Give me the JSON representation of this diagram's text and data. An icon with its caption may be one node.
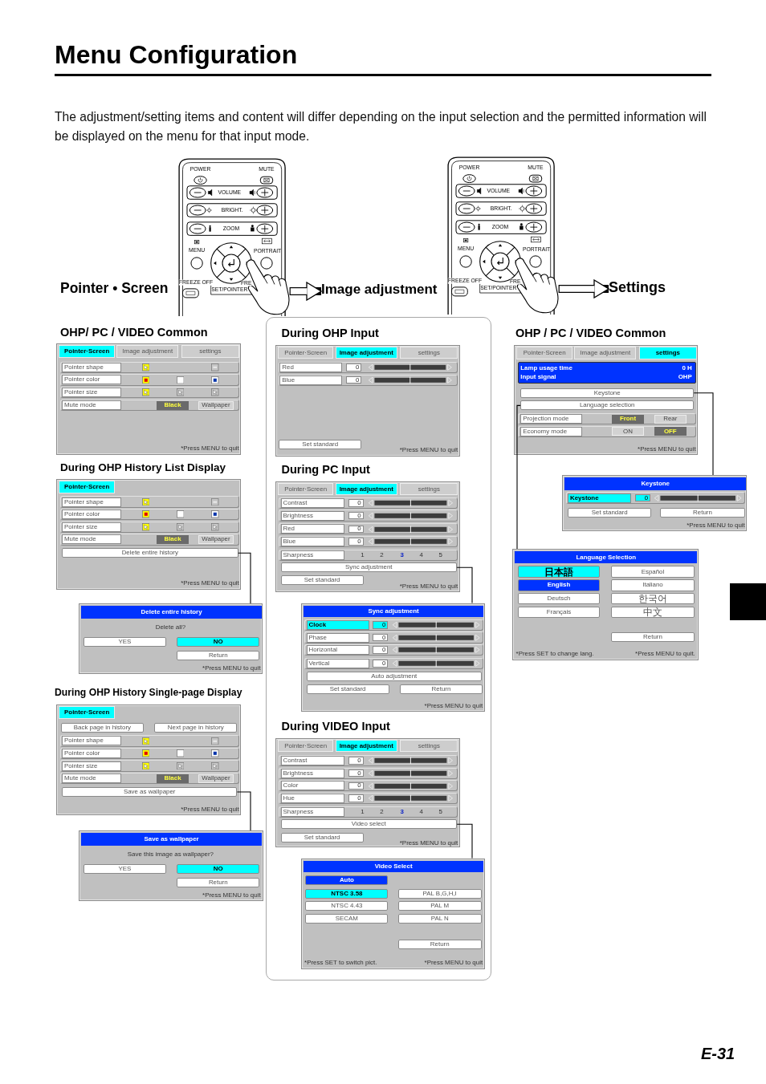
{
  "diagram": {
    "title": "Menu Configuration",
    "nodes": [
      {
        "text": [
          "Pointer • Screen"
        ]
      },
      {
        "text": [
          "POWER",
          "MUTE",
          "VOLUME",
          "BRIGHT.",
          "ZOOM",
          "MENU",
          "PORTRAIT",
          "FREEZE OFF",
          "SET/POINTER",
          "FRE"
        ]
      },
      {
        "text": [
          "Image adjustment"
        ]
      },
      {
        "text": [
          "POWER",
          "MUTE",
          "VOLUME",
          "BRIGHT.",
          "ZOOM",
          "MENU",
          "PORTRAIT",
          "FREEZE OFF",
          "SET/POINTER",
          "FRE"
        ]
      },
      {
        "text": [
          "Settings"
        ]
      },
      {
        "text": [
          "OHP/ PC / VIDEO Common",
          "Pointer·Screen",
          "Image adjustment",
          "settings",
          "Pointer shape",
          "Pointer color",
          "Pointer size",
          "Mute mode",
          "Black",
          "Wallpaper",
          "*Press MENU to quit"
        ]
      },
      {
        "text": [
          "During OHP History List Display",
          "Pointer·Screen",
          "Pointer shape",
          "Pointer color",
          "Pointer size",
          "Mute mode",
          "Black",
          "Wallpaper",
          "*Press MENU to quit"
        ]
      },
      {
        "text": [
          "Delete entire history"
        ],
        "in": 6
      },
      {
        "text": [
          "Delete entire history",
          "Delete all?",
          "YES",
          "NO",
          "Return",
          "*Press MENU to quit"
        ]
      },
      {
        "text": [
          "During OHP History Single-page Display",
          "Pointer·Screen",
          "Back page in history",
          "Next page in history",
          "Pointer shape",
          "Pointer color",
          "Pointer size",
          "Mute mode",
          "Black",
          "Wallpaper",
          "*Press MENU to quit"
        ]
      },
      {
        "text": [
          "Save as wallpaper"
        ],
        "in": 9
      },
      {
        "text": [
          "Save as wallpaper",
          "Save this image as wallpaper?",
          "YES",
          "NO",
          "Return",
          "*Press MENU to quit"
        ]
      },
      {
        "text": [],
        "shape": "box"
      },
      {
        "text": [
          "During OHP Input",
          "Pointer·Screen",
          "Image adjustment",
          "settings",
          "Red",
          "0",
          "Blue",
          "0",
          "Set standard",
          "*Press MENU to quit"
        ],
        "in": 12
      },
      {
        "text": [
          "During PC Input",
          "Pointer·Screen",
          "Image adjustment",
          "settings",
          "Contrast",
          "0",
          "Brightness",
          "0",
          "Red",
          "0",
          "Blue",
          "0",
          "Sharpness",
          "1",
          "2",
          "3",
          "4",
          "5",
          "Set standard",
          "*Press MENU to quit"
        ],
        "in": 12
      },
      {
        "text": [
          "Sync adjustment"
        ],
        "in": 14
      },
      {
        "text": [
          "Sync adjustment",
          "Clock",
          "0",
          "Phase",
          "0",
          "Horizontal",
          "0",
          "Vertical",
          "0",
          "Auto adjustment",
          "Set standard",
          "Return",
          "*Press MENU to quit"
        ],
        "in": 12
      },
      {
        "text": [
          "During VIDEO Input",
          "Pointer·Screen",
          "Image adjustment",
          "settings",
          "Contrast",
          "0",
          "Brightness",
          "0",
          "Color",
          "0",
          "Hue",
          "0",
          "Sharpness",
          "1",
          "2",
          "3",
          "4",
          "5",
          "Set standard",
          "*Press MENU to quit"
        ],
        "in": 12
      },
      {
        "text": [
          "Video select"
        ],
        "in": 17
      },
      {
        "text": [
          "Video Select",
          "Auto",
          "NTSC 3.58",
          "PAL B,G,H,I",
          "NTSC 4.43",
          "PAL M",
          "SECAM",
          "PAL N",
          "Return",
          "*Press SET to switch pict.",
          "*Press MENU to quit"
        ],
        "in": 12
      },
      {
        "text": [
          "OHP / PC / VIDEO Common",
          "Pointer·Screen",
          "Image adjustment",
          "settings",
          "Lamp usage time",
          "0 H",
          "Input signal",
          "OHP",
          "Projection mode",
          "Front",
          "Rear",
          "Economy mode",
          "ON",
          "OFF",
          "*Press MENU to quit"
        ]
      },
      {
        "text": [
          "Keystone"
        ],
        "in": 20
      },
      {
        "text": [
          "Language selection"
        ],
        "in": 20
      },
      {
        "text": [
          "Keystone",
          "Keystone",
          "0",
          "Set standard",
          "Return",
          "*Press MENU to quit"
        ]
      },
      {
        "text": [
          "Language Selection",
          "日本語",
          "Español",
          "English",
          "Italiano",
          "Deutsch",
          "한국어",
          "Français",
          "中文",
          "Return",
          "*Press SET to change lang.",
          "*Press MENU to quit."
        ]
      }
    ],
    "edges": [
      {
        "from": 1,
        "to": 2,
        "arrow": "to",
        "style": "thick"
      },
      {
        "from": 3,
        "to": 4,
        "arrow": "to",
        "style": "thick"
      },
      {
        "from": 7,
        "to": 8,
        "arrow": "none"
      },
      {
        "from": 10,
        "to": 11,
        "arrow": "none"
      },
      {
        "from": 15,
        "to": 16,
        "arrow": "none"
      },
      {
        "from": 18,
        "to": 19,
        "arrow": "none"
      },
      {
        "from": 21,
        "to": 23,
        "arrow": "none"
      },
      {
        "from": 22,
        "to": 24,
        "arrow": "none"
      }
    ],
    "labels": [
      "The adjustment/setting items and content will differ depending on the input selection and the permitted information will be displayed on the menu for that input mode.",
      "E-31"
    ]
  }
}
